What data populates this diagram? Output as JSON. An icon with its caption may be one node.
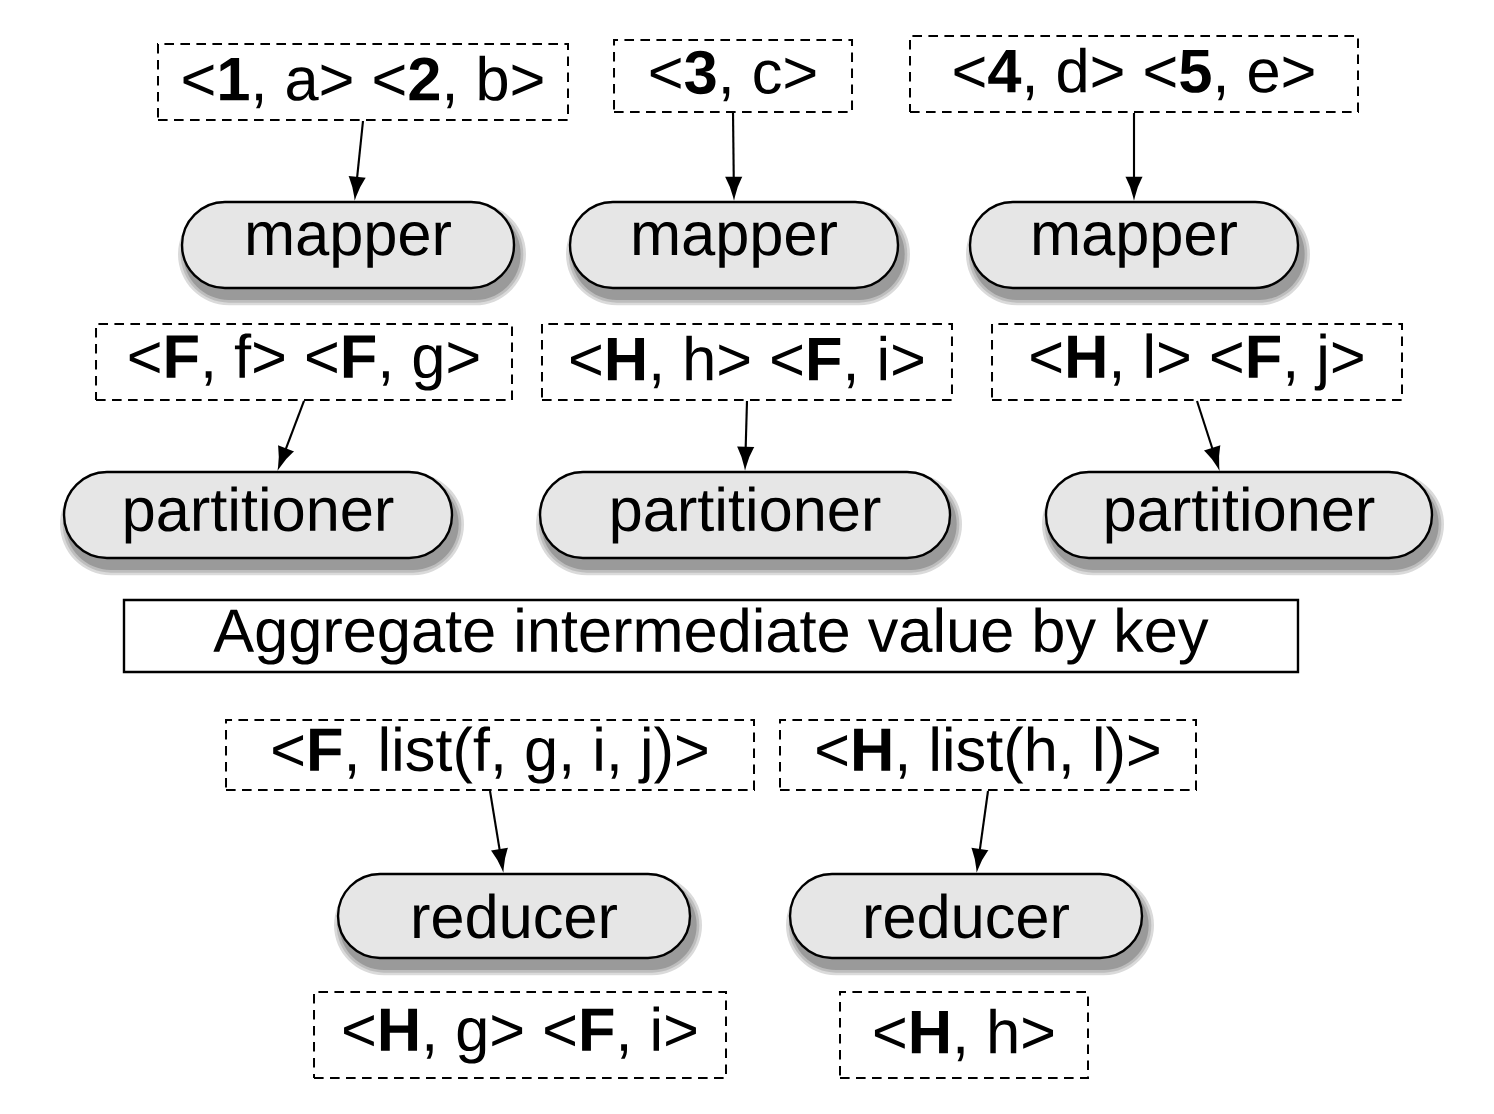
{
  "diagram": {
    "nodes": [
      {
        "text": [
          "<**1**, a> <**2**, b>"
        ]
      },
      {
        "text": [
          "<**3**, c>"
        ]
      },
      {
        "text": [
          "<**4**, d> <**5**, e>"
        ]
      },
      {
        "text": [
          "mapper"
        ]
      },
      {
        "text": [
          "mapper"
        ]
      },
      {
        "text": [
          "mapper"
        ]
      },
      {
        "text": [
          "<**F**, f> <**F**, g>"
        ]
      },
      {
        "text": [
          "<**H**, h> <**F**, i>"
        ]
      },
      {
        "text": [
          "<**H**, l> <**F**, j>"
        ]
      },
      {
        "text": [
          "partitioner"
        ]
      },
      {
        "text": [
          "partitioner"
        ]
      },
      {
        "text": [
          "partitioner"
        ]
      },
      {
        "text": [
          "Aggregate intermediate value by key"
        ]
      },
      {
        "text": [
          "<**F**, list(f, g, i, j)>"
        ]
      },
      {
        "text": [
          "<**H**, list(h, l)>"
        ]
      },
      {
        "text": [
          "reducer"
        ]
      },
      {
        "text": [
          "reducer"
        ]
      },
      {
        "text": [
          "<**H**, g> <**F**, i>"
        ]
      },
      {
        "text": [
          "<**H**, h>"
        ]
      }
    ],
    "edges": [
      {
        "from": 0,
        "to": 3,
        "arrow": "to"
      },
      {
        "from": 1,
        "to": 4,
        "arrow": "to"
      },
      {
        "from": 2,
        "to": 5,
        "arrow": "to"
      },
      {
        "from": 6,
        "to": 9,
        "arrow": "to"
      },
      {
        "from": 7,
        "to": 10,
        "arrow": "to"
      },
      {
        "from": 8,
        "to": 11,
        "arrow": "to"
      },
      {
        "from": 13,
        "to": 15,
        "arrow": "to"
      },
      {
        "from": 14,
        "to": 16,
        "arrow": "to"
      }
    ]
  }
}
